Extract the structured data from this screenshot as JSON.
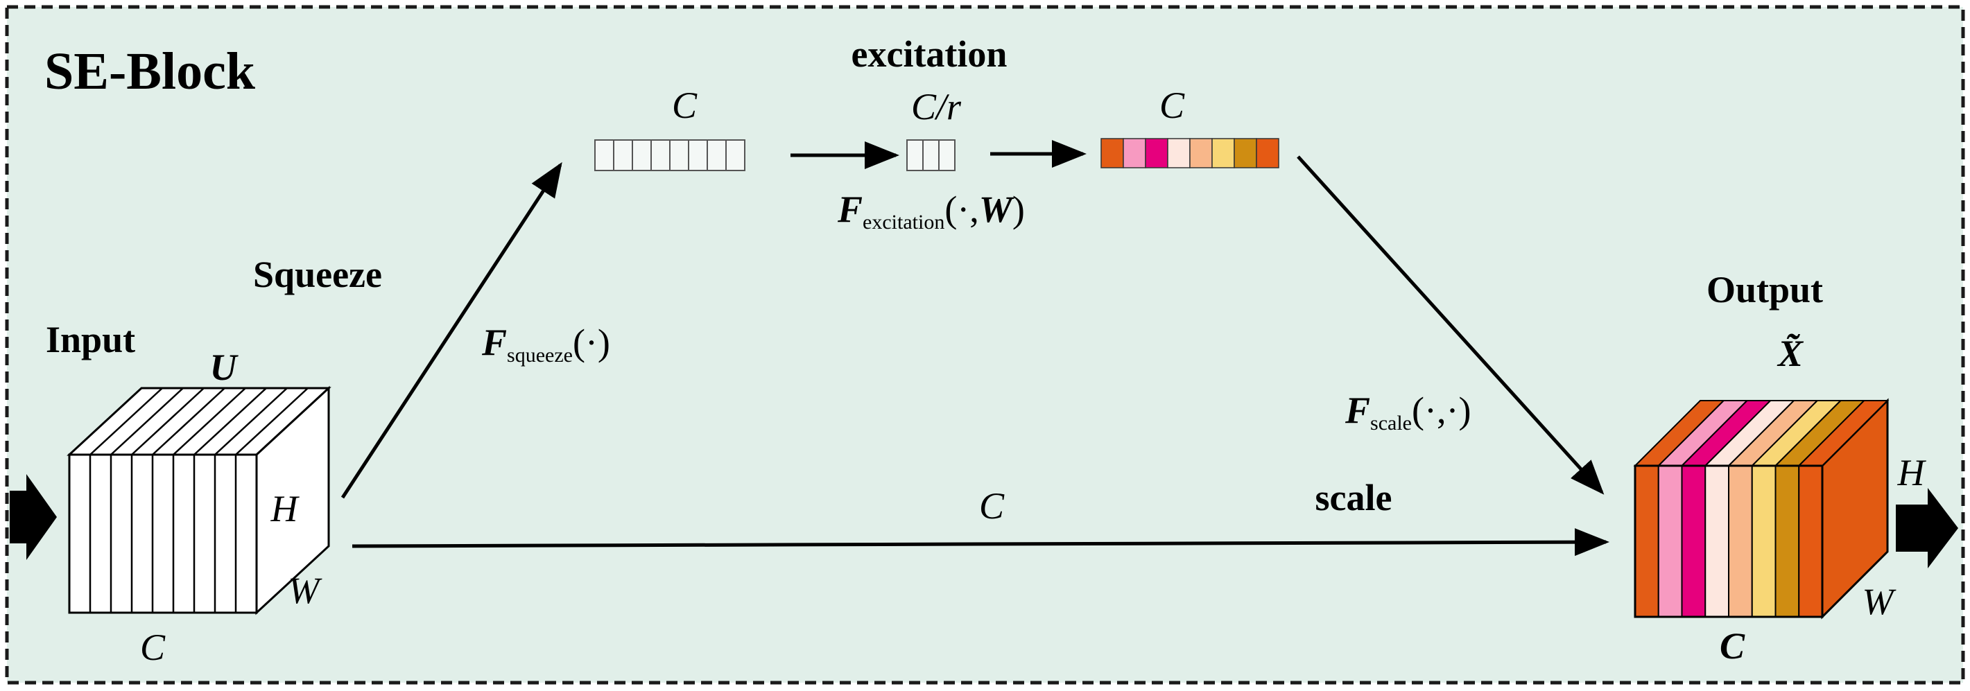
{
  "title": "SE-Block",
  "labels": {
    "input": "Input",
    "output": "Output",
    "squeeze": "Squeeze",
    "excitation": "excitation",
    "scale": "scale"
  },
  "input_block": {
    "top": "U",
    "right": "H",
    "depth": "W",
    "bottom": "C"
  },
  "output_block": {
    "top": "X̃",
    "right": "H",
    "depth": "W",
    "bottom": "C"
  },
  "vectors": {
    "squeezed_channels": "C",
    "reduced_channels": "C/r",
    "excited_channels": "C"
  },
  "functions": {
    "squeeze": {
      "symbol": "F",
      "subscript": "squeeze",
      "args": "(·)"
    },
    "excitation": {
      "symbol": "F",
      "subscript": "excitation",
      "args_open": "(·,",
      "weight": "W",
      "args_close": ")"
    },
    "scale": {
      "symbol": "F",
      "subscript": "scale",
      "args": "(·,·)"
    }
  },
  "bottom_path_label": "C",
  "colors": {
    "background": "#e1efe9",
    "frame": "#1a1a1a",
    "arrow": "#000000",
    "channel_colors": [
      "#e35c16",
      "#f79ac1",
      "#e6007d",
      "#fde7df",
      "#f8b78a",
      "#f8d776",
      "#cf8d12",
      "#e55a14"
    ]
  }
}
